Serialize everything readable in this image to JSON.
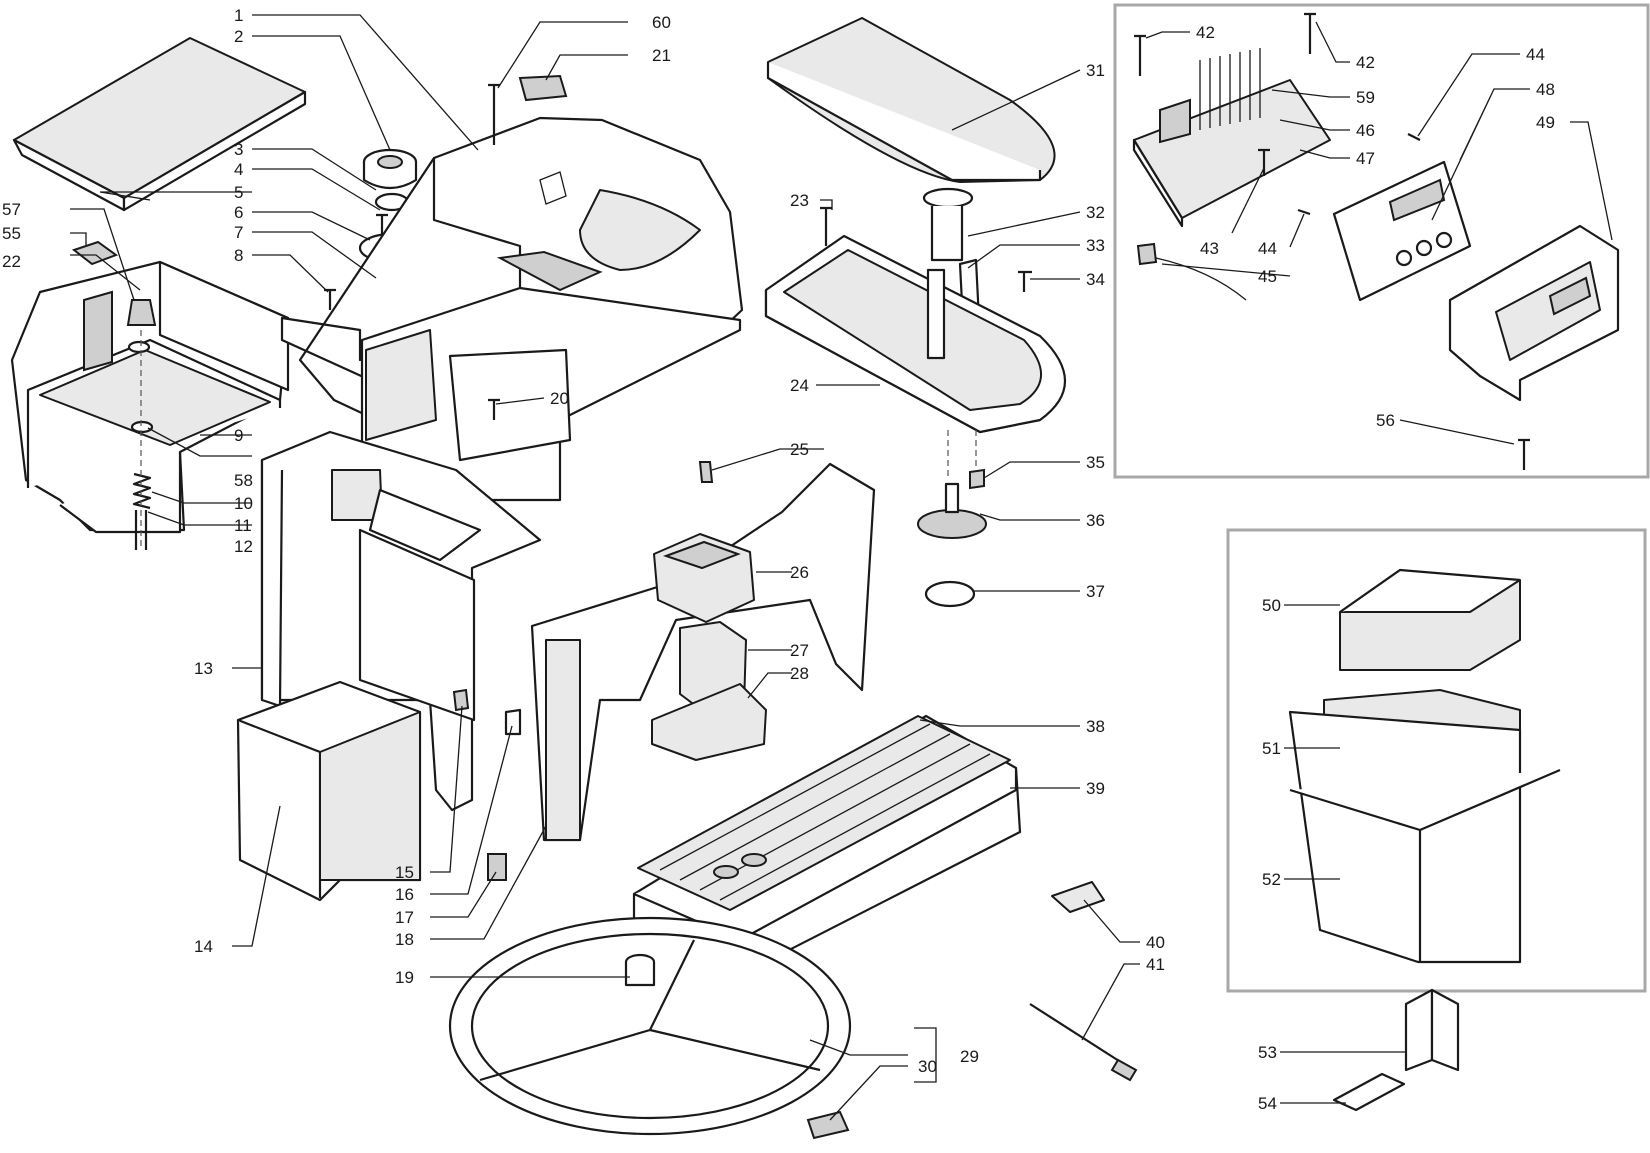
{
  "labels": {
    "l1": "1",
    "l2": "2",
    "l3": "3",
    "l4": "4",
    "l5": "5",
    "l6": "6",
    "l7": "7",
    "l8": "8",
    "l9": "9",
    "l10": "10",
    "l11": "11",
    "l12": "12",
    "l13": "13",
    "l14": "14",
    "l15": "15",
    "l16": "16",
    "l17": "17",
    "l18": "18",
    "l19": "19",
    "l20": "20",
    "l21": "21",
    "l22": "22",
    "l23": "23",
    "l24": "24",
    "l25": "25",
    "l26": "26",
    "l27": "27",
    "l28": "28",
    "l29": "29",
    "l30": "30",
    "l31": "31",
    "l32": "32",
    "l33": "33",
    "l34": "34",
    "l35": "35",
    "l36": "36",
    "l37": "37",
    "l38": "38",
    "l39": "39",
    "l40": "40",
    "l41": "41",
    "l42a": "42",
    "l42b": "42",
    "l43": "43",
    "l44a": "44",
    "l44b": "44",
    "l45": "45",
    "l46": "46",
    "l47": "47",
    "l48": "48",
    "l49": "49",
    "l50": "50",
    "l51": "51",
    "l52": "52",
    "l53": "53",
    "l54": "54",
    "l55": "55",
    "l56": "56",
    "l57": "57",
    "l58": "58",
    "l59": "59",
    "l60": "60"
  }
}
